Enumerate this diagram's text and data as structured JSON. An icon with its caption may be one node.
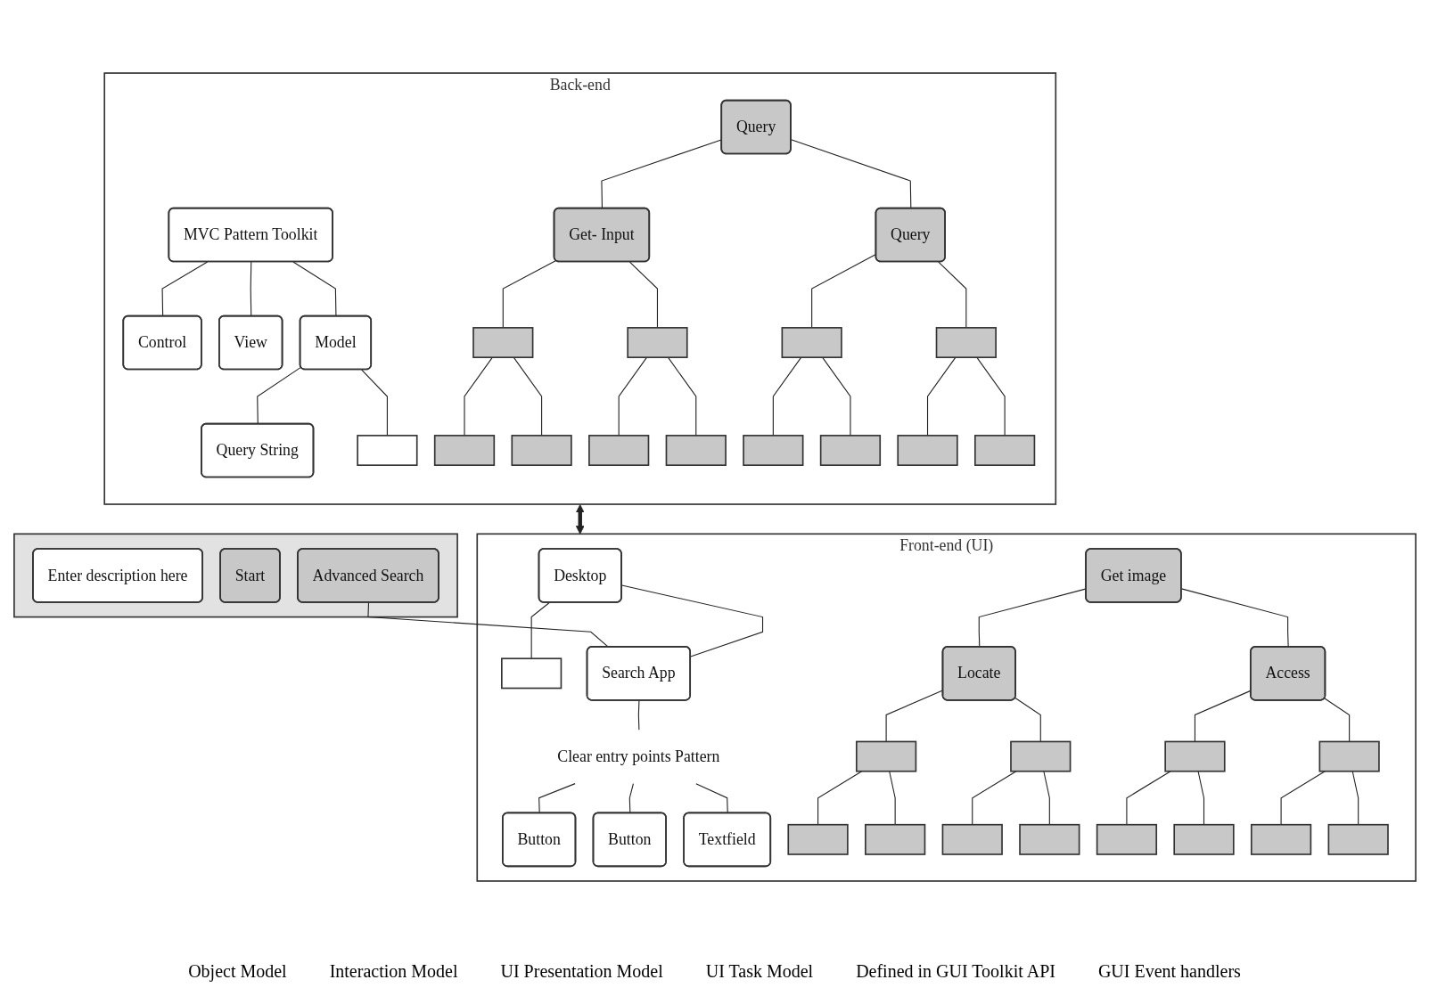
{
  "diagram": {
    "nodes": [
      {
        "text": [],
        "shape": "box"
      },
      {
        "text": [
          "Enter description here"
        ],
        "in": 0
      },
      {
        "text": [
          "Start"
        ],
        "in": 0
      },
      {
        "text": [
          "Advanced Search"
        ],
        "in": 0
      },
      {
        "text": [
          "Back-end"
        ]
      },
      {
        "text": [
          "MVC Pattern Toolkit"
        ],
        "in": 4
      },
      {
        "text": [
          "Control"
        ],
        "in": 4
      },
      {
        "text": [
          "View"
        ],
        "in": 4
      },
      {
        "text": [
          "Model"
        ],
        "in": 4
      },
      {
        "text": [
          "Query String"
        ],
        "in": 4
      },
      {
        "text": [],
        "shape": "box",
        "in": 4
      },
      {
        "text": [
          "Query"
        ],
        "in": 4
      },
      {
        "text": [
          "Get- Input"
        ],
        "in": 4
      },
      {
        "text": [
          "Query"
        ],
        "in": 4
      },
      {
        "text": [],
        "shape": "box",
        "in": 4
      },
      {
        "text": [],
        "shape": "box",
        "in": 4
      },
      {
        "text": [],
        "shape": "box",
        "in": 4
      },
      {
        "text": [],
        "shape": "box",
        "in": 4
      },
      {
        "text": [],
        "shape": "box",
        "in": 4
      },
      {
        "text": [],
        "shape": "box",
        "in": 4
      },
      {
        "text": [],
        "shape": "box",
        "in": 4
      },
      {
        "text": [],
        "shape": "box",
        "in": 4
      },
      {
        "text": [],
        "shape": "box",
        "in": 4
      },
      {
        "text": [],
        "shape": "box",
        "in": 4
      },
      {
        "text": [],
        "shape": "box",
        "in": 4
      },
      {
        "text": [],
        "shape": "box",
        "in": 4
      },
      {
        "text": [
          "Front-end (UI)"
        ]
      },
      {
        "text": [
          "Desktop"
        ],
        "in": 26
      },
      {
        "text": [],
        "shape": "box",
        "in": 26
      },
      {
        "text": [
          "Search App"
        ],
        "in": 26
      },
      {
        "text": [
          "Clear entry points Pattern"
        ],
        "in": 26
      },
      {
        "text": [
          "Button"
        ],
        "in": 26
      },
      {
        "text": [
          "Button"
        ],
        "in": 26
      },
      {
        "text": [
          "Textfield"
        ],
        "in": 26
      },
      {
        "text": [
          "Get image"
        ],
        "in": 26
      },
      {
        "text": [
          "Locate"
        ],
        "in": 26
      },
      {
        "text": [
          "Access"
        ],
        "in": 26
      },
      {
        "text": [],
        "shape": "box",
        "in": 26
      },
      {
        "text": [],
        "shape": "box",
        "in": 26
      },
      {
        "text": [],
        "shape": "box",
        "in": 26
      },
      {
        "text": [],
        "shape": "box",
        "in": 26
      },
      {
        "text": [],
        "shape": "box",
        "in": 26
      },
      {
        "text": [],
        "shape": "box",
        "in": 26
      },
      {
        "text": [],
        "shape": "box",
        "in": 26
      },
      {
        "text": [],
        "shape": "box",
        "in": 26
      },
      {
        "text": [],
        "shape": "box",
        "in": 26
      },
      {
        "text": [],
        "shape": "box",
        "in": 26
      },
      {
        "text": [],
        "shape": "box",
        "in": 26
      },
      {
        "text": [],
        "shape": "box",
        "in": 26
      }
    ],
    "edges": [
      {
        "from": 5,
        "to": 6,
        "arrow": "none"
      },
      {
        "from": 5,
        "to": 7,
        "arrow": "none"
      },
      {
        "from": 5,
        "to": 8,
        "arrow": "none"
      },
      {
        "from": 8,
        "to": 9,
        "arrow": "none"
      },
      {
        "from": 8,
        "to": 10,
        "arrow": "none"
      },
      {
        "from": 11,
        "to": 12,
        "arrow": "none"
      },
      {
        "from": 11,
        "to": 13,
        "arrow": "none"
      },
      {
        "from": 12,
        "to": 14,
        "arrow": "none"
      },
      {
        "from": 12,
        "to": 15,
        "arrow": "none"
      },
      {
        "from": 13,
        "to": 16,
        "arrow": "none"
      },
      {
        "from": 13,
        "to": 17,
        "arrow": "none"
      },
      {
        "from": 14,
        "to": 18,
        "arrow": "none"
      },
      {
        "from": 14,
        "to": 19,
        "arrow": "none"
      },
      {
        "from": 15,
        "to": 20,
        "arrow": "none"
      },
      {
        "from": 15,
        "to": 21,
        "arrow": "none"
      },
      {
        "from": 16,
        "to": 22,
        "arrow": "none"
      },
      {
        "from": 16,
        "to": 23,
        "arrow": "none"
      },
      {
        "from": 17,
        "to": 24,
        "arrow": "none"
      },
      {
        "from": 17,
        "to": 25,
        "arrow": "none"
      },
      {
        "from": 4,
        "to": 26,
        "arrow": "both",
        "style": "thick"
      },
      {
        "from": 3,
        "to": 29,
        "arrow": "none"
      },
      {
        "from": 27,
        "to": 28,
        "arrow": "none"
      },
      {
        "from": 27,
        "to": 29,
        "arrow": "none"
      },
      {
        "from": 29,
        "to": 30,
        "arrow": "none"
      },
      {
        "from": 30,
        "to": 31,
        "arrow": "none"
      },
      {
        "from": 30,
        "to": 32,
        "arrow": "none"
      },
      {
        "from": 30,
        "to": 33,
        "arrow": "none"
      },
      {
        "from": 34,
        "to": 35,
        "arrow": "none"
      },
      {
        "from": 34,
        "to": 36,
        "arrow": "none"
      },
      {
        "from": 35,
        "to": 37,
        "arrow": "none"
      },
      {
        "from": 35,
        "to": 38,
        "arrow": "none"
      },
      {
        "from": 36,
        "to": 39,
        "arrow": "none"
      },
      {
        "from": 36,
        "to": 40,
        "arrow": "none"
      },
      {
        "from": 37,
        "to": 41,
        "arrow": "none"
      },
      {
        "from": 37,
        "to": 42,
        "arrow": "none"
      },
      {
        "from": 38,
        "to": 43,
        "arrow": "none"
      },
      {
        "from": 38,
        "to": 44,
        "arrow": "none"
      },
      {
        "from": 39,
        "to": 45,
        "arrow": "none"
      },
      {
        "from": 39,
        "to": 46,
        "arrow": "none"
      },
      {
        "from": 40,
        "to": 47,
        "arrow": "none"
      },
      {
        "from": 40,
        "to": 48,
        "arrow": "none"
      }
    ],
    "labels": [
      "Object Model",
      "Interaction Model",
      "UI Presentation Model",
      "UI Task Model",
      "Defined in GUI Toolkit API",
      "GUI Event handlers"
    ]
  }
}
